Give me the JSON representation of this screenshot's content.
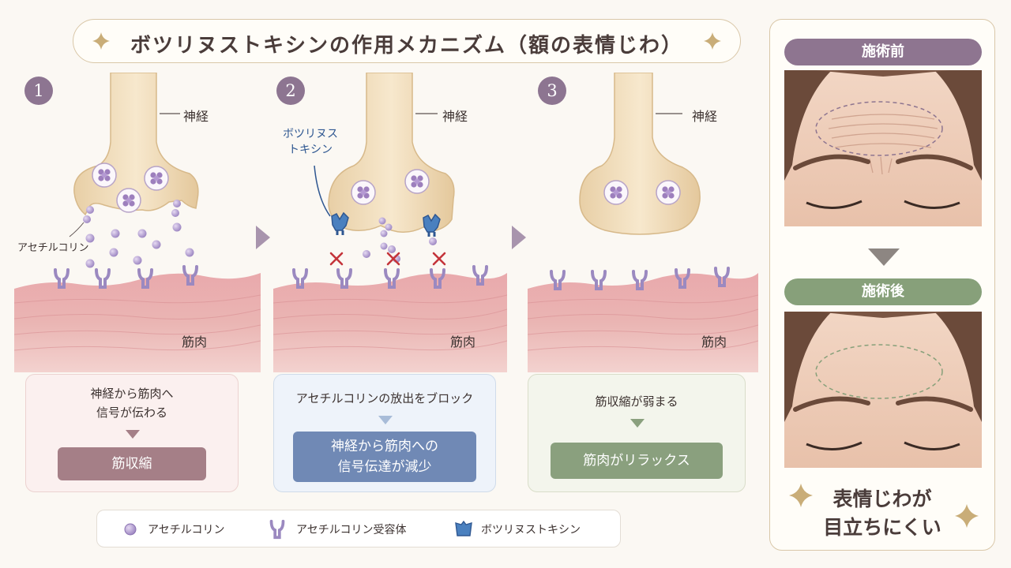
{
  "header": {
    "title": "ボツリヌストキシンの作用メカニズム（額の表情じわ）"
  },
  "labels": {
    "nerve": "神経",
    "muscle": "筋肉",
    "acetylcholine": "アセチルコリン",
    "botulinum_line1": "ボツリヌス",
    "botulinum_line2": "トキシン"
  },
  "steps": [
    {
      "number": "1",
      "description_line1": "神経から筋肉へ",
      "description_line2": "信号が伝わる",
      "result": "筋収縮"
    },
    {
      "number": "2",
      "description": "アセチルコリンの放出をブロック",
      "result_line1": "神経から筋肉への",
      "result_line2": "信号伝達が減少"
    },
    {
      "number": "3",
      "description": "筋収縮が弱まる",
      "result": "筋肉がリラックス"
    }
  ],
  "legend": {
    "items": [
      {
        "label": "アセチルコリン",
        "icon": "acetylcholine-dot-icon"
      },
      {
        "label": "アセチルコリン受容体",
        "icon": "receptor-icon"
      },
      {
        "label": "ボツリヌストキシン",
        "icon": "toxin-icon"
      }
    ]
  },
  "comparison": {
    "before_label": "施術前",
    "after_label": "施術後",
    "conclusion_line1": "表情じわが",
    "conclusion_line2": "目立ちにくい"
  },
  "colors": {
    "step_number": "#8d7591",
    "step1_pill": "#a57f87",
    "step2_pill": "#7089b5",
    "step3_pill": "#8aa07e",
    "before_pill": "#8e7590",
    "after_pill": "#87a07a",
    "muscle": "#e4a6a6",
    "nerve": "#f2dfbd"
  }
}
